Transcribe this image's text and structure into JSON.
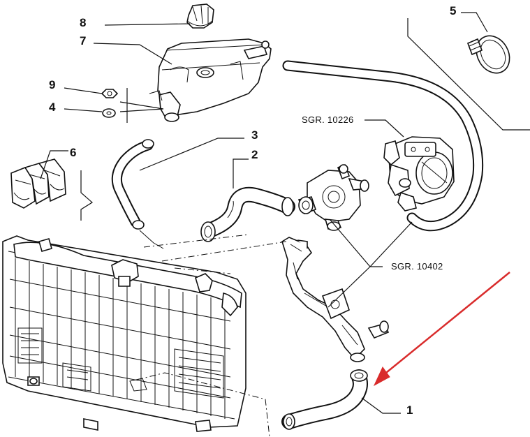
{
  "callouts": {
    "c1": "1",
    "c2": "2",
    "c3": "3",
    "c4": "4",
    "c5": "5",
    "c6": "6",
    "c7": "7",
    "c8": "8",
    "c9": "9"
  },
  "references": {
    "sgr_top": "SGR. 10226",
    "sgr_bottom": "SGR. 10402"
  },
  "colors": {
    "ink": "#111111",
    "highlight_arrow": "#d92b2b",
    "paper": "#ffffff"
  },
  "highlight": {
    "target_callout": "1",
    "arrow_color_name": "red"
  }
}
